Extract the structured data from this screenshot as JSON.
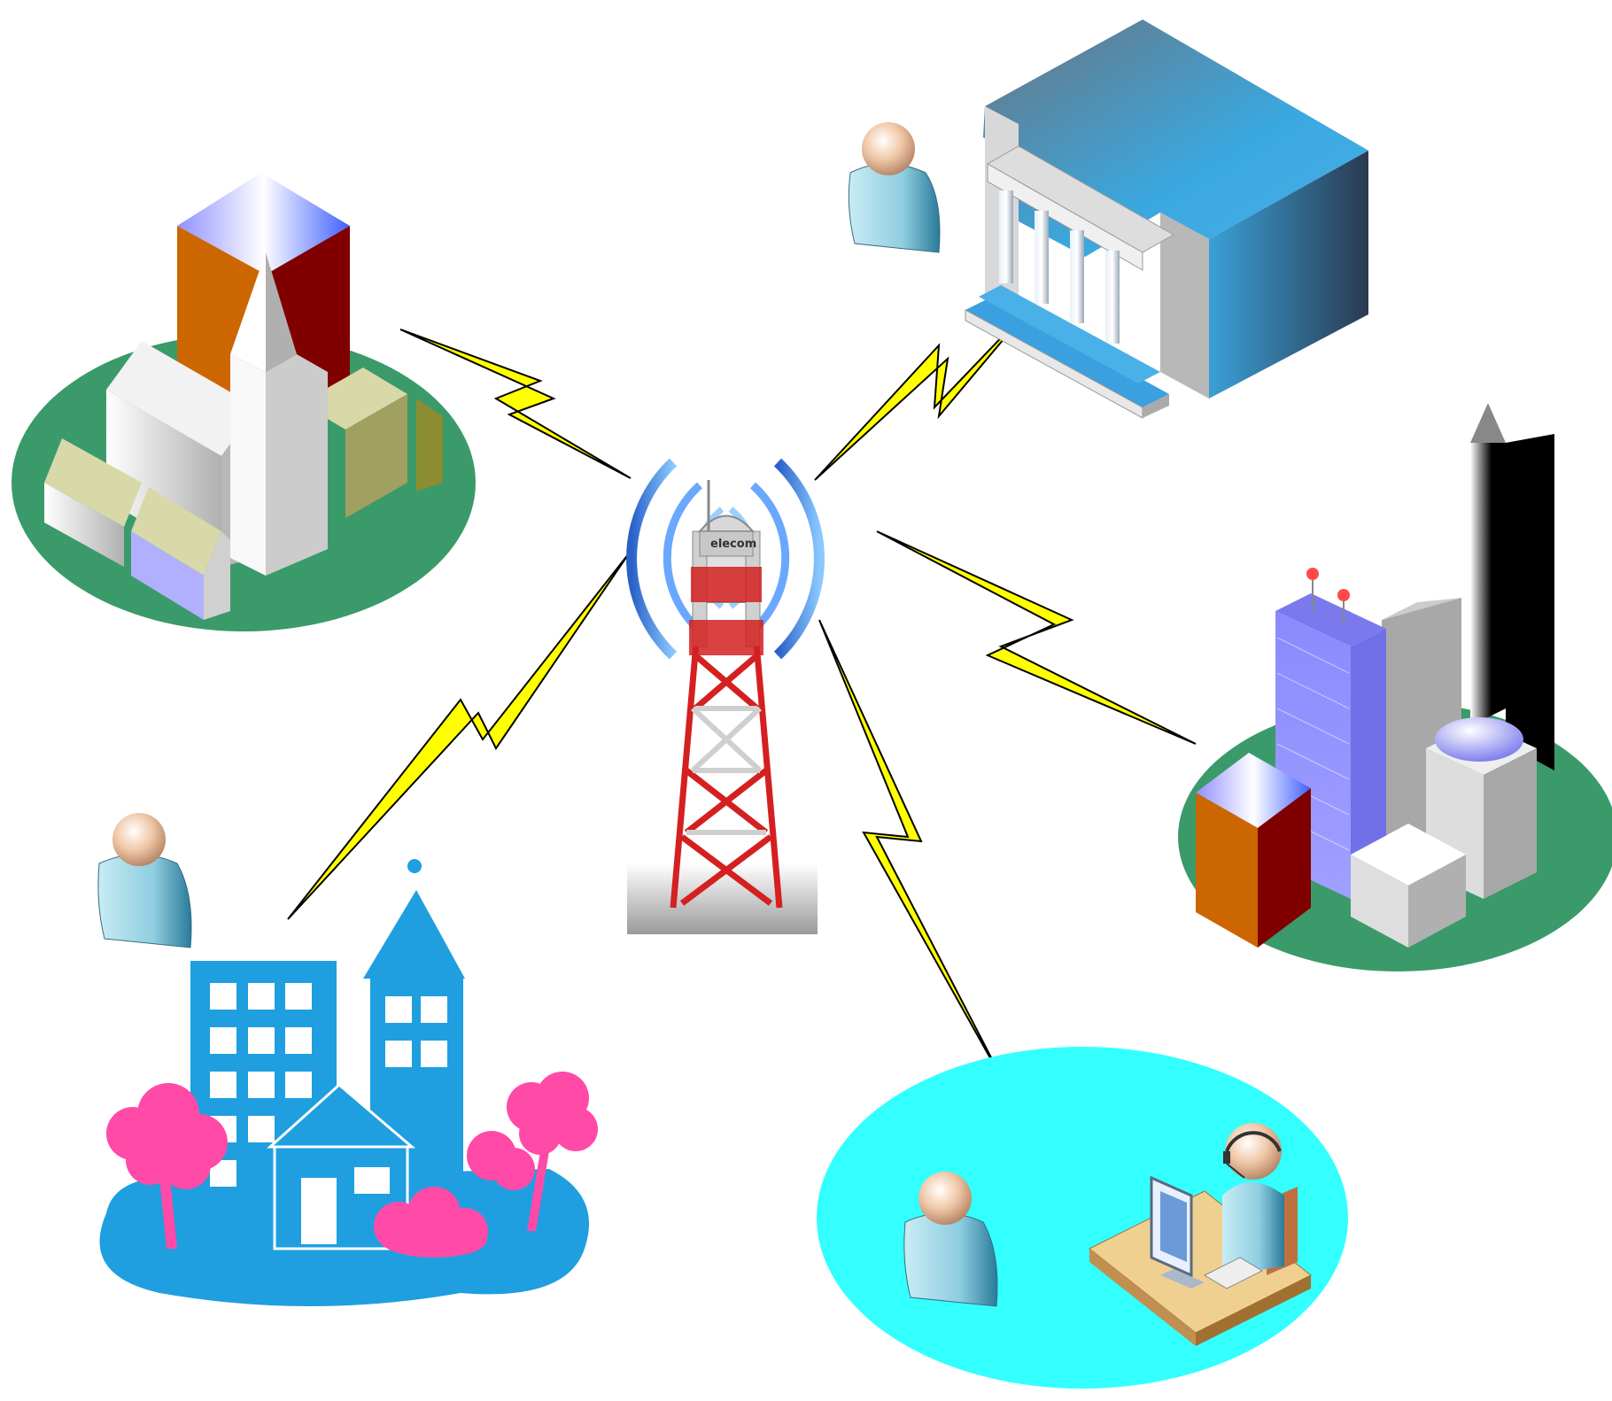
{
  "diagram": {
    "tower": {
      "label": "elecom",
      "colors": {
        "lattice_red": "#d42020",
        "lattice_white": "#e8e8e8",
        "signal_arc": "#3a7fd8"
      }
    },
    "nodes": [
      {
        "id": "town-church",
        "icon": "church-town-icon",
        "island_color": "#3a9a6a",
        "has_person": false
      },
      {
        "id": "bank",
        "icon": "bank-building-icon",
        "island_color": null,
        "has_person": true
      },
      {
        "id": "city-downtown",
        "icon": "skyscraper-city-icon",
        "island_color": "#3a9a6a",
        "has_person": false
      },
      {
        "id": "call-center",
        "icon": "call-center-operator-icon",
        "island_color": "#33ffff",
        "has_person": true
      },
      {
        "id": "neighborhood",
        "icon": "neighborhood-houses-icon",
        "island_color": "#1f9fe0",
        "has_person": true
      }
    ],
    "links": [
      {
        "from": "tower",
        "to": "town-church",
        "style": "lightning",
        "color": "#ffff00"
      },
      {
        "from": "tower",
        "to": "bank",
        "style": "lightning",
        "color": "#ffff00"
      },
      {
        "from": "tower",
        "to": "city-downtown",
        "style": "lightning",
        "color": "#ffff00"
      },
      {
        "from": "tower",
        "to": "call-center",
        "style": "lightning",
        "color": "#ffff00"
      },
      {
        "from": "tower",
        "to": "neighborhood",
        "style": "lightning",
        "color": "#ffff00"
      }
    ],
    "colors": {
      "person_skin": "#f0c8a8",
      "person_body": "#8ecde0",
      "tree_pink": "#ff4aa8",
      "building_blue": "#1f9fe0"
    }
  }
}
